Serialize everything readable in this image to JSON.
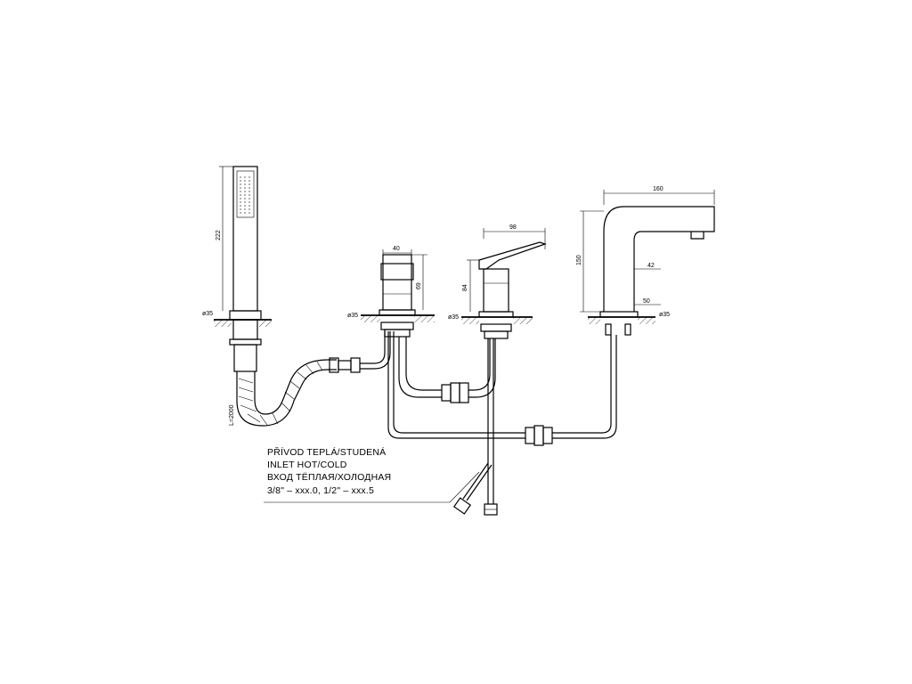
{
  "drawing": {
    "dimensions": {
      "shower_length": "222",
      "shower_base": "ø35",
      "hose_length": "L=2000",
      "diverter_width": "40",
      "diverter_height": "69",
      "diverter_base": "ø35",
      "mixer_width": "98",
      "mixer_height": "84",
      "mixer_base": "ø35",
      "spout_reach": "160",
      "spout_height": "150",
      "spout_upper": "42",
      "spout_lower": "50",
      "spout_base": "ø35"
    },
    "note": {
      "line1": "PŘÍVOD TEPLÁ/STUDENÁ",
      "line2": "INLET HOT/COLD",
      "line3": "ВХОД ТЁПЛАЯ/ХОЛОДНАЯ",
      "line4": "3/8\" – xxx.0, 1/2\" – xxx.5"
    }
  }
}
